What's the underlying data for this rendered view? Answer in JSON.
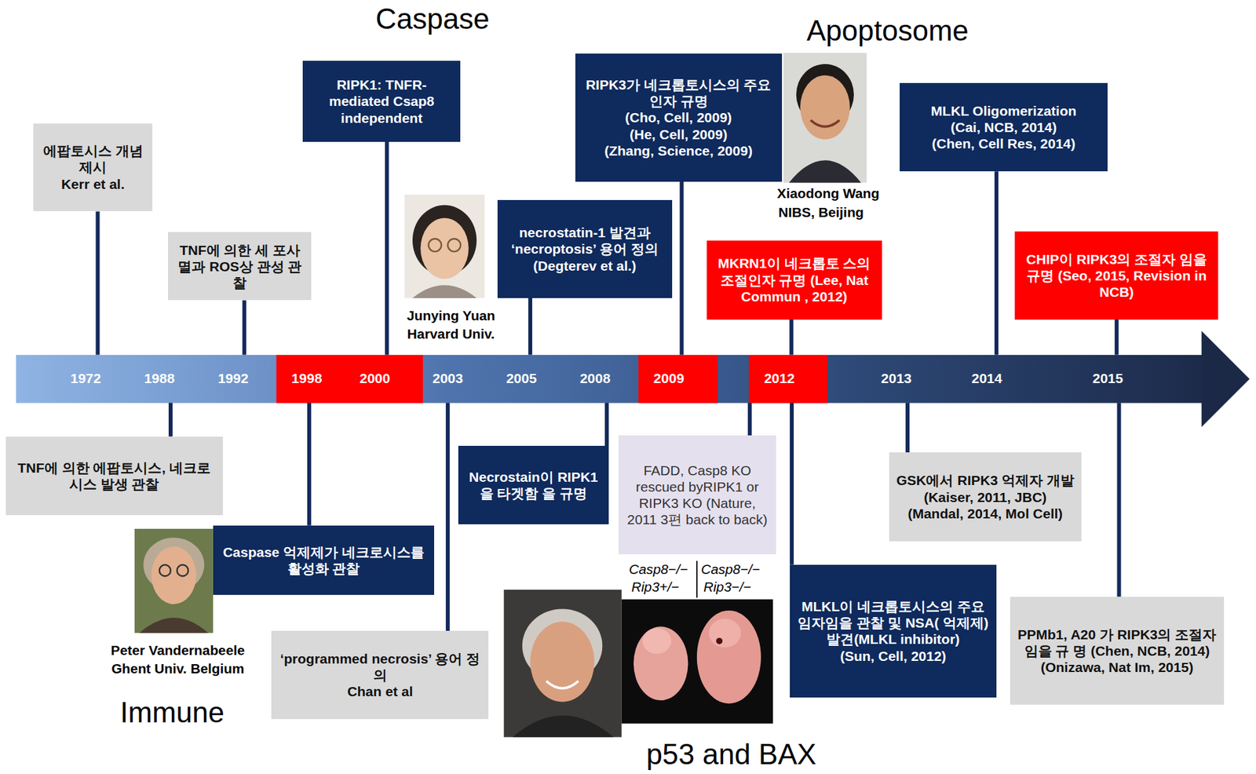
{
  "diagram": {
    "nodes": [
      {
        "text": [
          "에팝토시스 개념 제시",
          "Kerr et al."
        ]
      },
      {
        "text": [
          "TNF에 의한 세 포사멸과 ROS상 관성 관찰"
        ]
      },
      {
        "text": [
          "RIPK1: TNFR-mediated Csap8 independent"
        ]
      },
      {
        "text": [
          "RIPK3가 네크롭토시스의 주요 인자 규명",
          "(Cho, Cell, 2009)",
          "(He, Cell, 2009)",
          "(Zhang, Science, 2009)"
        ]
      },
      {
        "text": [
          "necrostatin-1 발견과 ‘necroptosis’ 용어 정의",
          "(Degterev et al.)"
        ]
      },
      {
        "text": [
          "MKRN1이 네크롭토 스의 조절인자 규명 (Lee, Nat Commun , 2012)"
        ]
      },
      {
        "text": [
          "MLKL Oligomerization",
          "(Cai, NCB, 2014)",
          "(Chen, Cell Res, 2014)"
        ]
      },
      {
        "text": [
          "CHIP이 RIPK3의 조절자 임을 규명 (Seo, 2015, Revision in NCB)"
        ]
      },
      {
        "text": [
          "1972",
          "1988",
          "1992",
          "1998",
          "2000",
          "2003",
          "2005",
          "2008",
          "2009",
          "2012",
          "2013",
          "2014",
          "2015"
        ]
      },
      {
        "text": [
          "TNF에 의한 에팝토시스, 네크로시스 발생 관찰"
        ]
      },
      {
        "text": [
          "Caspase 억제제가 네크로시스를 활성화 관찰"
        ]
      },
      {
        "text": [
          "‘programmed necrosis’ 용어 정의",
          "Chan et al"
        ]
      },
      {
        "text": [
          "Necrostain이 RIPK1을 타겟함 을 규명"
        ]
      },
      {
        "text": [
          "FADD, Casp8 KO rescued byRIPK1 or RIPK3 KO (Nature, 2011 3편 back to back)"
        ]
      },
      {
        "text": [
          "MLKL이 네크롭토시스의 주요임자임을 관찰 및 NSA( 억제제) 발견(MLKL inhibitor)",
          "(Sun, Cell, 2012)"
        ]
      },
      {
        "text": [
          "GSK에서 RIPK3 억제자 개발",
          "(Kaiser, 2011, JBC)",
          "(Mandal, 2014, Mol Cell)"
        ]
      },
      {
        "text": [
          "PPMb1, A20 가 RIPK3의 조절자임을 규 명 (Chen, NCB, 2014) (Onizawa, Nat Im, 2015)"
        ]
      }
    ],
    "edges": [
      {
        "from": 0,
        "to": 8,
        "arrow": "none"
      },
      {
        "from": 1,
        "to": 8,
        "arrow": "none"
      },
      {
        "from": 2,
        "to": 8,
        "arrow": "none"
      },
      {
        "from": 3,
        "to": 8,
        "arrow": "none"
      },
      {
        "from": 4,
        "to": 8,
        "arrow": "none"
      },
      {
        "from": 5,
        "to": 8,
        "arrow": "none"
      },
      {
        "from": 6,
        "to": 8,
        "arrow": "none"
      },
      {
        "from": 7,
        "to": 8,
        "arrow": "none"
      },
      {
        "from": 9,
        "to": 8,
        "arrow": "none"
      },
      {
        "from": 10,
        "to": 8,
        "arrow": "none"
      },
      {
        "from": 11,
        "to": 8,
        "arrow": "none"
      },
      {
        "from": 12,
        "to": 8,
        "arrow": "none"
      },
      {
        "from": 13,
        "to": 8,
        "arrow": "none"
      },
      {
        "from": 14,
        "to": 8,
        "arrow": "none"
      },
      {
        "from": 15,
        "to": 8,
        "arrow": "none"
      },
      {
        "from": 16,
        "to": 8,
        "arrow": "none"
      }
    ],
    "labels": [
      "Caspase",
      "Apoptosome",
      "Immune",
      "p53 and BAX",
      "Junying Yuan",
      "Harvard Univ.",
      "Xiaodong Wang",
      "NIBS, Beijing",
      "Peter Vandernabeele",
      "Ghent Univ. Belgium",
      "Casp8−/−",
      "Rip3+/−",
      "Casp8−/−",
      "Rip3−/−"
    ]
  }
}
